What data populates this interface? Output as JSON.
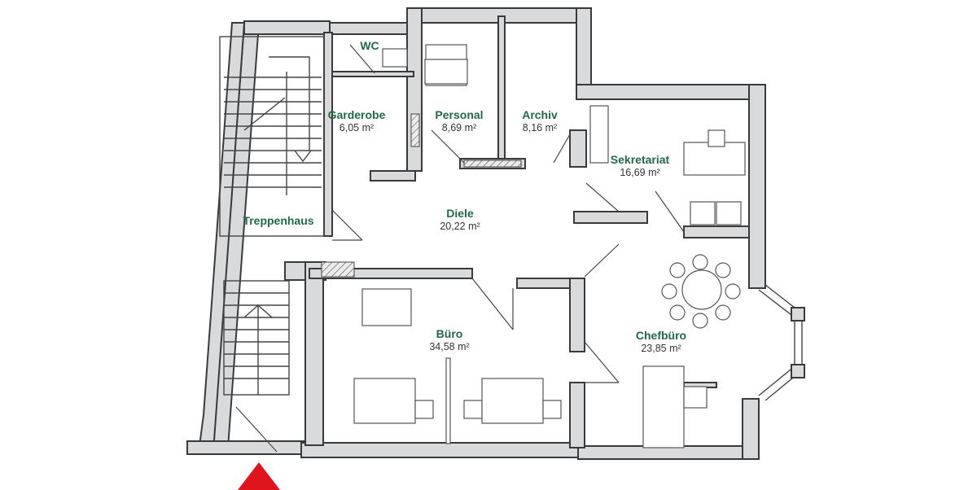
{
  "plan": {
    "entrance_color": "#e0141c",
    "label_color": "#1f6b45",
    "rooms": [
      {
        "name": "WC",
        "area": ""
      },
      {
        "name": "Garderobe",
        "area": "6,05 m²"
      },
      {
        "name": "Personal",
        "area": "8,69 m²"
      },
      {
        "name": "Archiv",
        "area": "8,16 m²"
      },
      {
        "name": "Sekretariat",
        "area": "16,69 m²"
      },
      {
        "name": "Treppenhaus",
        "area": ""
      },
      {
        "name": "Diele",
        "area": "20,22 m²"
      },
      {
        "name": "Büro",
        "area": "34,58 m²"
      },
      {
        "name": "Chefbüro",
        "area": "23,85 m²"
      }
    ],
    "entrance_icon": "entrance-arrow-icon"
  }
}
